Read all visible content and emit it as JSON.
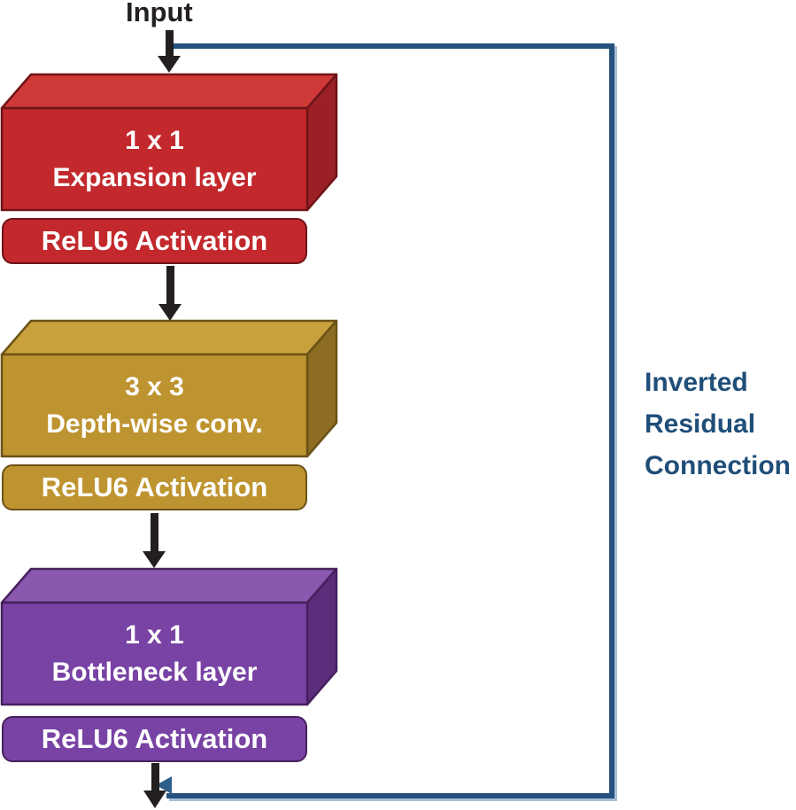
{
  "input_label": "Input",
  "arrow_color": "#231F20",
  "blocks": [
    {
      "name": "expansion",
      "size_label": "1 x 1",
      "type_label": "Expansion layer",
      "activation_label": "ReLU6 Activation",
      "colors": {
        "front": "#C2282C",
        "top": "#CF3A38",
        "side": "#9B2025",
        "border": "#701418"
      }
    },
    {
      "name": "depthwise",
      "size_label": "3 x 3",
      "type_label": "Depth-wise conv.",
      "activation_label": "ReLU6 Activation",
      "colors": {
        "front": "#BE9430",
        "top": "#C8A13C",
        "side": "#8E6C21",
        "border": "#6B5216"
      }
    },
    {
      "name": "bottleneck",
      "size_label": "1 x 1",
      "type_label": "Bottleneck layer",
      "activation_label": "ReLU6 Activation",
      "colors": {
        "front": "#7843A4",
        "top": "#8A58AE",
        "side": "#5C2D7B",
        "border": "#46215E"
      }
    }
  ],
  "residual": {
    "lines": [
      "Inverted",
      "Residual",
      "Connection"
    ],
    "line_color": "#24517E",
    "text_color": "#1F4E79"
  }
}
